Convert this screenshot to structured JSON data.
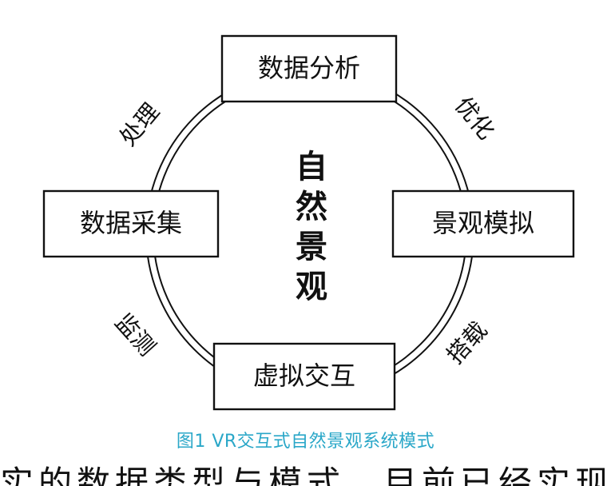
{
  "nodes": {
    "top": "数据分析",
    "right": "景观模拟",
    "bottom": "虚拟交互",
    "left": "数据采集"
  },
  "center_chars": [
    "自",
    "然",
    "景",
    "观"
  ],
  "edges": {
    "top_left": "处理",
    "top_right": "优化",
    "bottom_right": "搭载",
    "bottom_left": "监测"
  },
  "caption": "图1 VR交互式自然景观系统模式",
  "cutoff_text": "实的数据类型与模式，目前已经实现了可视",
  "colors": {
    "caption": "#2aa7c8",
    "ink": "#111111"
  }
}
